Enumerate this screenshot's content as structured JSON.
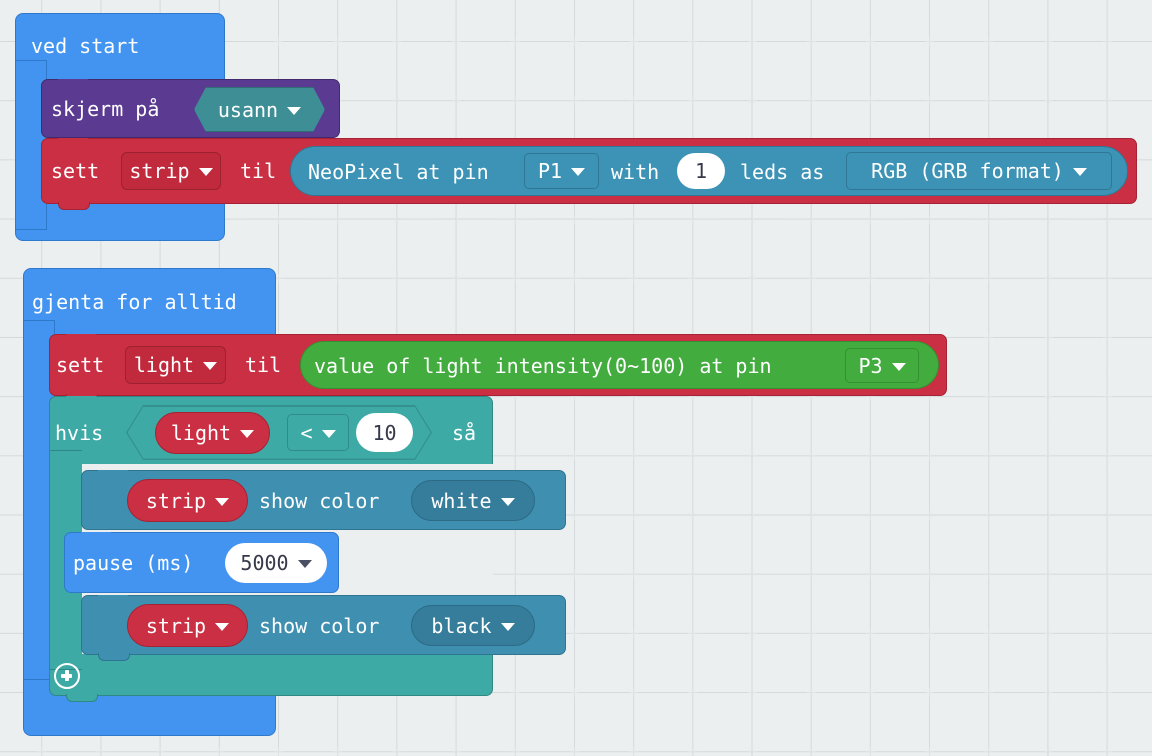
{
  "workspace": {
    "background_color": "#ecefef",
    "grid_mark": "plus",
    "language": "Norwegian (bokmål)"
  },
  "palette": {
    "event_blue": "#4294f0",
    "loop_blue": "#4294f0",
    "display_purple": "#5b3b91",
    "boolean_teal": "#3e8e96",
    "variable_red": "#cb2f43",
    "neopixel_blue": "#3d93b5",
    "sensor_green": "#43ac3f",
    "logic_teal": "#3eaaa6",
    "strip_blue": "#3f8fb0",
    "number_field": "#ffffff"
  },
  "scripts": [
    {
      "id": "on-start-script",
      "hat": {
        "label": "ved start"
      },
      "statements": [
        {
          "id": "screen-on",
          "label": "skjerm på",
          "fields": [
            {
              "name": "state",
              "value": "usann",
              "type": "boolean-dropdown"
            }
          ]
        },
        {
          "id": "set-strip",
          "keyword_set": "sett",
          "variable": "strip",
          "keyword_to": "til",
          "value_block": {
            "id": "neopixel-create",
            "text_1": "NeoPixel at pin",
            "pin": "P1",
            "text_2": "with",
            "leds": "1",
            "text_3": "leds as",
            "mode": "RGB (GRB format)"
          }
        }
      ]
    },
    {
      "id": "forever-script",
      "hat": {
        "label": "gjenta for alltid"
      },
      "statements": [
        {
          "id": "set-light",
          "keyword_set": "sett",
          "variable": "light",
          "keyword_to": "til",
          "value_block": {
            "id": "light-intensity",
            "text_1": "value of light intensity(0~100) at pin",
            "pin": "P3"
          }
        },
        {
          "id": "if-block",
          "keyword_if": "hvis",
          "keyword_then": "så",
          "condition": {
            "left_variable": "light",
            "operator": "<",
            "right_value": "10"
          },
          "body": [
            {
              "id": "show-color-white",
              "variable": "strip",
              "text": "show color",
              "color": "white"
            },
            {
              "id": "pause-block",
              "label": "pause (ms)",
              "duration": "5000"
            },
            {
              "id": "show-color-black",
              "variable": "strip",
              "text": "show color",
              "color": "black"
            }
          ],
          "add_button": "add-branch-plus"
        }
      ]
    }
  ]
}
